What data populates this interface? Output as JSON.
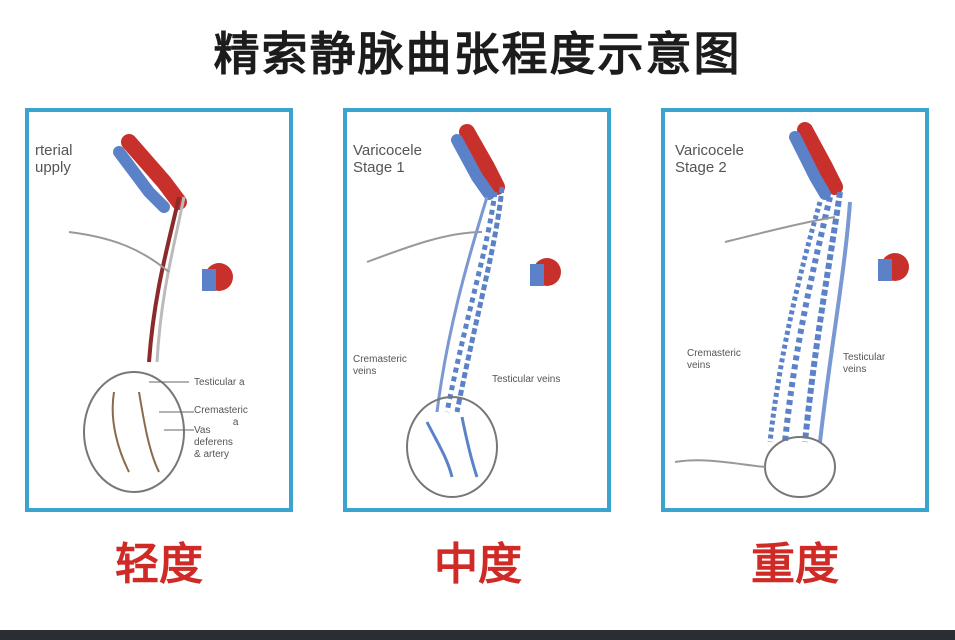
{
  "title": "精索静脉曲张程度示意图",
  "panels": [
    {
      "caption": "轻度",
      "header": "rterial\nupply",
      "labels": [
        "Testicular a",
        "Cremasteric\n              a",
        "Vas\ndeferens\n& artery"
      ]
    },
    {
      "caption": "中度",
      "header": "Varicocele\nStage 1",
      "labels": [
        "Cremasteric\nveins",
        "Testicular veins"
      ]
    },
    {
      "caption": "重度",
      "header": "Varicocele\nStage 2",
      "labels": [
        "Cremasteric\nveins",
        "Testicular\nveins"
      ]
    }
  ],
  "colors": {
    "border": "#3aa4cf",
    "caption": "#cf2a25",
    "vein": "#5b82c8",
    "artery": "#c8302c"
  }
}
